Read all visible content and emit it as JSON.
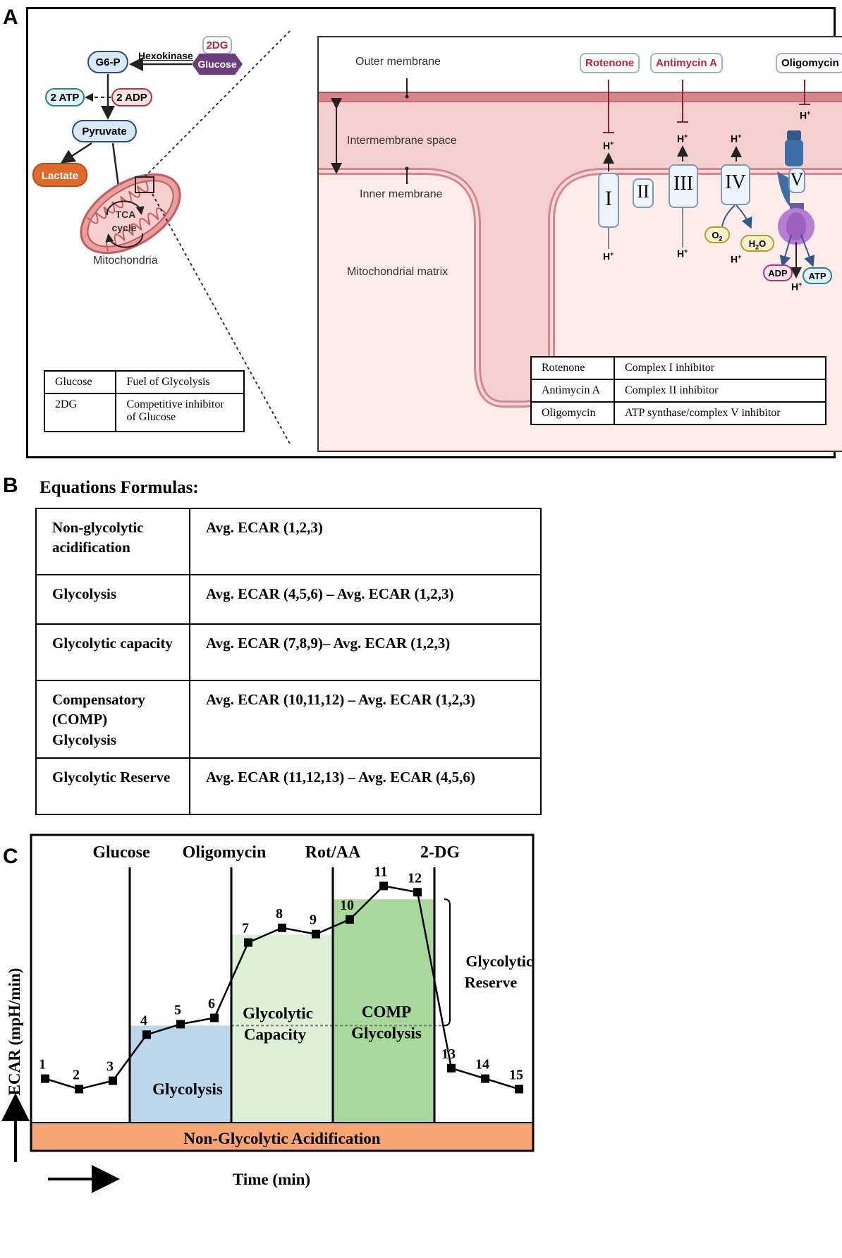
{
  "panels": {
    "a": "A",
    "b": "B",
    "c": "C"
  },
  "panel_a": {
    "pathway": {
      "g6p": "G6-P",
      "hexokinase": "Hexokinase",
      "twodg": "2DG",
      "glucose": "Glucose",
      "two_atp": "2 ATP",
      "two_adp": "2 ADP",
      "pyruvate": "Pyruvate",
      "lactate": "Lactate",
      "tca_line1": "TCA",
      "tca_line2": "cycle",
      "mitochondria": "Mitochondria"
    },
    "fuel_table": [
      {
        "term": "Glucose",
        "desc": "Fuel of Glycolysis"
      },
      {
        "term": "2DG",
        "desc": "Competitive inhibitor of Glucose"
      }
    ],
    "membrane": {
      "outer": "Outer membrane",
      "intermembrane": "Intermembrane space",
      "inner": "Inner membrane",
      "matrix": "Mitochondrial matrix"
    },
    "inhibitors": {
      "rotenone": "Rotenone",
      "antimycin": "Antimycin A",
      "oligomycin": "Oligomycin"
    },
    "complexes": {
      "c1": "I",
      "c2": "II",
      "c3": "III",
      "c4": "IV",
      "c5": "V"
    },
    "proton": "H",
    "proton_sup": "+",
    "o2": "O",
    "o2_sub": "2",
    "h2o_h": "H",
    "h2o_sub": "2",
    "h2o_o": "O",
    "adp": "ADP",
    "atp": "ATP",
    "inhibitor_table": [
      {
        "name": "Rotenone",
        "role": "Complex I inhibitor"
      },
      {
        "name": "Antimycin A",
        "role": "Complex II inhibitor"
      },
      {
        "name": "Oligomycin",
        "role": "ATP synthase/complex V inhibitor"
      }
    ]
  },
  "panel_b": {
    "title": "Equations Formulas:",
    "rows": [
      {
        "name": "Non-glycolytic acidification",
        "formula": "Avg. ECAR (1,2,3)"
      },
      {
        "name": "Glycolysis",
        "formula": "Avg.  ECAR (4,5,6) – Avg. ECAR (1,2,3)"
      },
      {
        "name": "Glycolytic capacity",
        "formula": "Avg. ECAR (7,8,9)– Avg. ECAR (1,2,3)"
      },
      {
        "name": "Compensatory (COMP) Glycolysis",
        "formula": "Avg. ECAR (10,11,12) – Avg. ECAR (1,2,3)"
      },
      {
        "name": "Glycolytic Reserve",
        "formula": "Avg. ECAR (11,12,13) – Avg. ECAR (4,5,6)"
      }
    ]
  },
  "chart_data": {
    "type": "line",
    "ylabel": "ECAR (mpH/min)",
    "xlabel": "Time (min)",
    "x": [
      1,
      2,
      3,
      4,
      5,
      6,
      7,
      8,
      9,
      10,
      11,
      12,
      13,
      14,
      15
    ],
    "values": [
      1.1,
      0.6,
      1.0,
      3.2,
      3.7,
      4.0,
      7.6,
      8.3,
      8.0,
      8.7,
      10.3,
      10.0,
      1.6,
      1.1,
      0.6
    ],
    "ylim": [
      -1.0,
      12.4
    ],
    "injections": [
      {
        "label": "Glucose",
        "after_point": 3
      },
      {
        "label": "Oligomycin",
        "after_point": 6
      },
      {
        "label": "Rot/AA",
        "after_point": 9
      },
      {
        "label": "2-DG",
        "after_point": 12
      }
    ],
    "regions": {
      "non_glycolytic": "Non-Glycolytic Acidification",
      "glycolysis": "Glycolysis",
      "capacity_line1": "Glycolytic",
      "capacity_line2": "Capacity",
      "comp_line1": "COMP",
      "comp_line2": "Glycolysis",
      "reserve_line1": "Glycolytic",
      "reserve_line2": "Reserve"
    },
    "colors": {
      "non_glycolytic": "#f7a673",
      "glycolysis": "#bcd6ec",
      "capacity": "#dcf0d3",
      "comp": "#a9d99a"
    }
  }
}
